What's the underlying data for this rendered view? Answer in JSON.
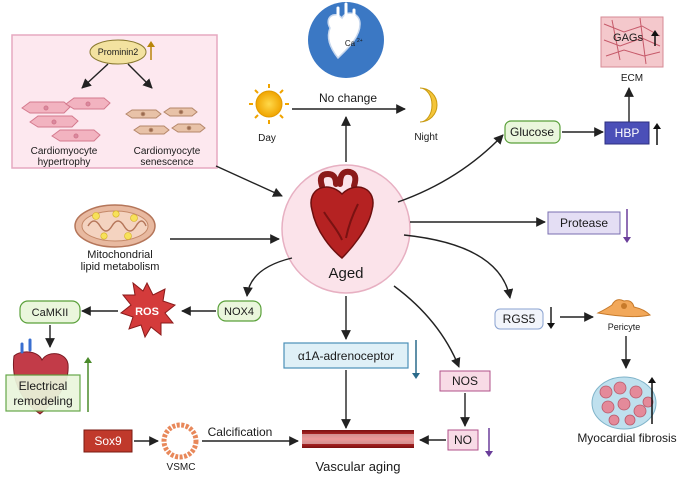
{
  "center": {
    "label": "Aged"
  },
  "cardiomyocyte_panel": {
    "prominin": "Prominin2",
    "hypertrophy_line1": "Cardiomyocyte",
    "hypertrophy_line2": "hypertrophy",
    "senescence_line1": "Cardiomyocyte",
    "senescence_line2": "senescence"
  },
  "circadian": {
    "day": "Day",
    "night": "Night",
    "status": "No change",
    "calcium": "Ca"
  },
  "ecm": {
    "gags": "GAGs",
    "ecm": "ECM",
    "glucose": "Glucose",
    "hbp": "HBP"
  },
  "protease": {
    "label": "Protease"
  },
  "pericyte": {
    "rgs5": "RGS5",
    "pericyte": "Pericyte",
    "fibrosis": "Myocardial fibrosis"
  },
  "mito": {
    "line1": "Mitochondrial",
    "line2": "lipid metabolism"
  },
  "electrical": {
    "camkii": "CaMKII",
    "ros": "ROS",
    "nox4": "NOX4",
    "line1": "Electrical",
    "line2": "remodeling"
  },
  "vascular": {
    "adreno": "α1A-adrenoceptor",
    "nos": "NOS",
    "no": "NO",
    "sox9": "Sox9",
    "vsmc": "VSMC",
    "calcification": "Calcification",
    "aging": "Vascular aging"
  },
  "colors": {
    "arrow": "#222222",
    "down": "#6a3d9a",
    "up": "#b8860b",
    "green_box": "#eaf6dc",
    "purple_box": "#4b4fb8",
    "lavender_box": "#e4def4",
    "pink_box": "#f8dbe6",
    "red_box": "#c0392b",
    "heart_bg": "#fbe3ea"
  }
}
